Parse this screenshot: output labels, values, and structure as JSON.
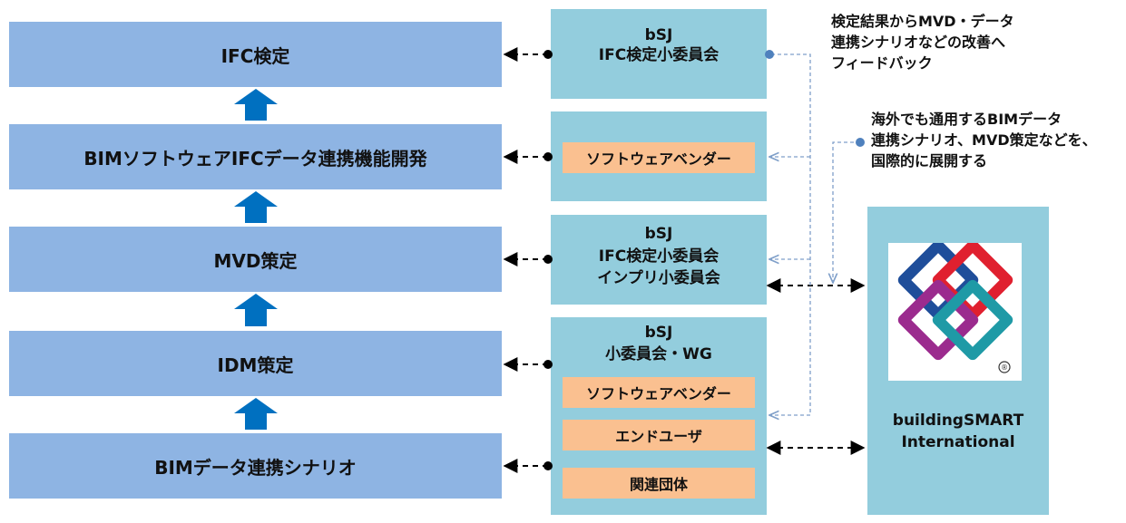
{
  "steps": [
    {
      "label": "IFC検定"
    },
    {
      "label": "BIMソフトウェアIFCデータ連携機能開発"
    },
    {
      "label": "MVD策定"
    },
    {
      "label": "IDM策定"
    },
    {
      "label": "BIMデータ連携シナリオ"
    }
  ],
  "panels": {
    "p1": {
      "line1": "bSJ",
      "line2": "IFC検定小委員会"
    },
    "p2": {
      "tag": "ソフトウェアベンダー"
    },
    "p3": {
      "line1": "bSJ",
      "line2": "IFC検定小委員会",
      "line3": "インプリ小委員会"
    },
    "p4": {
      "line1": "bSJ",
      "line2": "小委員会・WG",
      "tags": [
        "ソフトウェアベンダー",
        "エンドユーザ",
        "関連団体"
      ]
    }
  },
  "notes": {
    "feedback": [
      "検定結果からMVD・データ",
      "連携シナリオなどの改善へ",
      "フィードバック"
    ],
    "international": [
      "海外でも通用するBIMデータ",
      "連携シナリオ、MVD策定などを、",
      "国際的に展開する"
    ]
  },
  "bsi": {
    "line1": "buildingSMART",
    "line2": "International",
    "trademark": "®"
  },
  "colors": {
    "step_fill": "#8eb4e3",
    "panel_fill": "#93cddd",
    "tag_fill": "#fac090",
    "up_arrow": "#0070c0",
    "dashed_connector": "#7f9fc9",
    "dot": "#4f81bd"
  },
  "icons": {
    "logo": "buildingsmart-logo-icon",
    "arrow": "up-arrow-icon"
  }
}
